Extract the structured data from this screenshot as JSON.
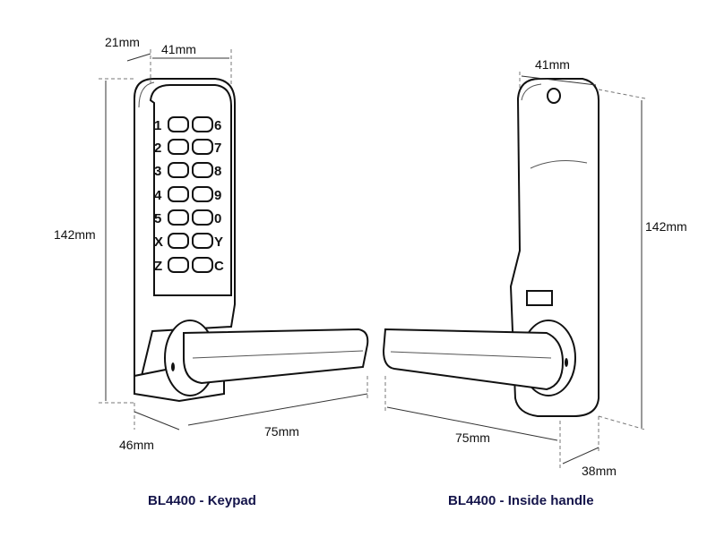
{
  "keypad": {
    "left_labels": [
      "1",
      "2",
      "3",
      "4",
      "5",
      "X",
      "Z"
    ],
    "right_labels": [
      "6",
      "7",
      "8",
      "9",
      "0",
      "Y",
      "C"
    ]
  },
  "left_dimensions": {
    "depth_top": "21mm",
    "width": "41mm",
    "height": "142mm",
    "depth_bottom": "46mm",
    "lever": "75mm"
  },
  "right_dimensions": {
    "width": "41mm",
    "height": "142mm",
    "lever": "75mm",
    "depth": "38mm"
  },
  "captions": {
    "left": "BL4400 - Keypad",
    "right": "BL4400 - Inside handle"
  }
}
